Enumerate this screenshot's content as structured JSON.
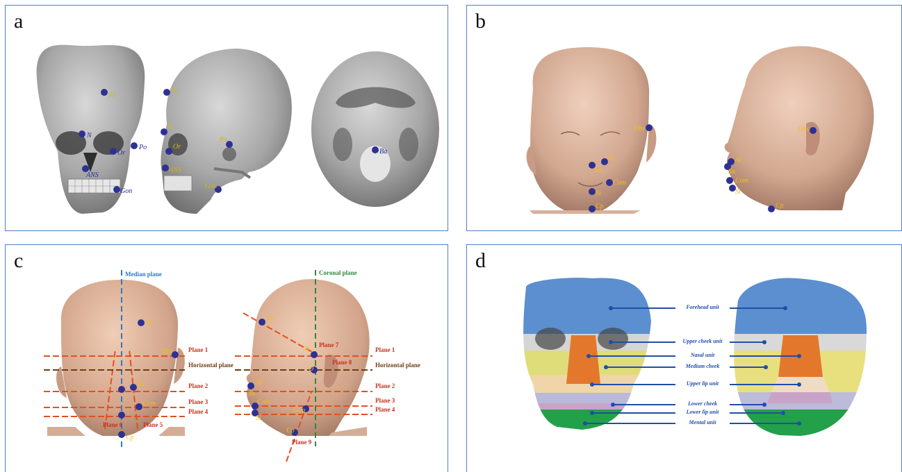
{
  "panels": {
    "a": {
      "label": "a"
    },
    "b": {
      "label": "b"
    },
    "c": {
      "label": "c"
    },
    "d": {
      "label": "d"
    }
  },
  "landmarks_a": {
    "fe1": "Fe",
    "n": "N",
    "or1": "Or",
    "po1": "Po",
    "ans1": "ANS",
    "gon1": "Gon",
    "fe2": "Fe",
    "n2": "N",
    "or2": "Or",
    "ans2": "ANS",
    "po2": "Po",
    "gon2": "Gon",
    "ba": "Ba"
  },
  "landmarks_b": {
    "obs1": "Obs",
    "al1": "Al",
    "sn1": "Sn",
    "com1": "Com",
    "si1": "Si",
    "cp1": "Cp",
    "obs2": "Obs",
    "al2": "Al",
    "sn2": "Sn",
    "com2": "Com",
    "si2": "Si",
    "cp2": "Cp"
  },
  "landmarks_c": {
    "fe1": "Fe",
    "obs": "Obs",
    "al": "Al",
    "com": "Com",
    "cp": "Cp",
    "fe2": "Fe",
    "n": "N",
    "al2": "Al",
    "sn": "Sn",
    "com2": "Com",
    "si": "Si",
    "gon": "Gon",
    "cp2": "Cp",
    "o": "O"
  },
  "planes": {
    "median": "Median plane",
    "coronal": "Coronal plane",
    "horizontal_l": "Horizontal plane",
    "horizontal_r": "Horizontal plane",
    "p1l": "Plane 1",
    "p2l": "Plane 2",
    "p3l": "Plane 3",
    "p4l": "Plane 4",
    "p5": "Plane 5",
    "p6": "Plane 6",
    "p1r": "Plane 1",
    "p2r": "Plane 2",
    "p3r": "Plane 3",
    "p4r": "Plane 4",
    "p7": "Plane 7",
    "p8": "Plane 8",
    "p9": "Plane 9"
  },
  "units": {
    "forehead": "Forehead unit",
    "upper_cheek": "Upper cheek unit",
    "nasal": "Nasal unit",
    "medium_cheek": "Medium cheek",
    "upper_lip": "Upper lip unit",
    "lower_cheek": "Lower cheek",
    "lower_lip": "Lower lip unit",
    "mental": "Mental unit"
  },
  "colors": {
    "border": "#4f7fc4",
    "skull": "#a9a9a9",
    "skin": "#d9b39c",
    "dot": "#2e3192",
    "landmark_text": "#f2c118",
    "plane": "#e2501e",
    "median": "#2f78c4",
    "coronal": "#2d8a3c",
    "horizontal": "#6b3e16",
    "unit_line": "#1f4ea8"
  }
}
